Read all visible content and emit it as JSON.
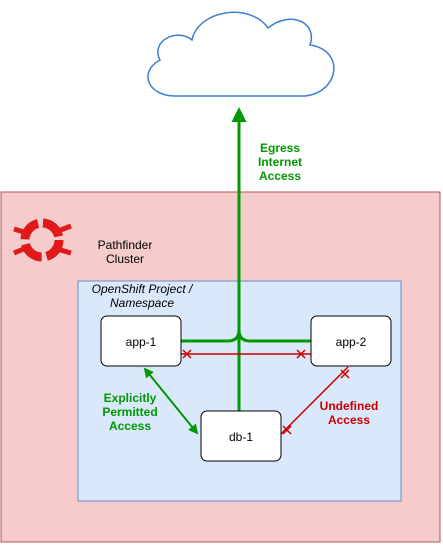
{
  "cloud": {
    "stroke": "#3d7ecf",
    "fill": "#ffffff"
  },
  "cluster": {
    "label_line1": "Pathfinder",
    "label_line2": "Cluster",
    "fill": "#f5cbcb",
    "stroke": "#b85450",
    "logo_color": "#e01919"
  },
  "namespace": {
    "label_line1": "OpenShift Project /",
    "label_line2": "Namespace",
    "fill": "#dae8fc",
    "stroke": "#6c8ebf"
  },
  "nodes": {
    "app1": "app-1",
    "app2": "app-2",
    "db1": "db-1"
  },
  "egress": {
    "line1": "Egress",
    "line2": "Internet",
    "line3": "Access",
    "color": "#009900"
  },
  "permitted": {
    "line1": "Explicitly",
    "line2": "Permitted",
    "line3": "Access",
    "color": "#009900"
  },
  "undefined": {
    "line1": "Undefined",
    "line2": "Access",
    "color": "#cc0000"
  }
}
